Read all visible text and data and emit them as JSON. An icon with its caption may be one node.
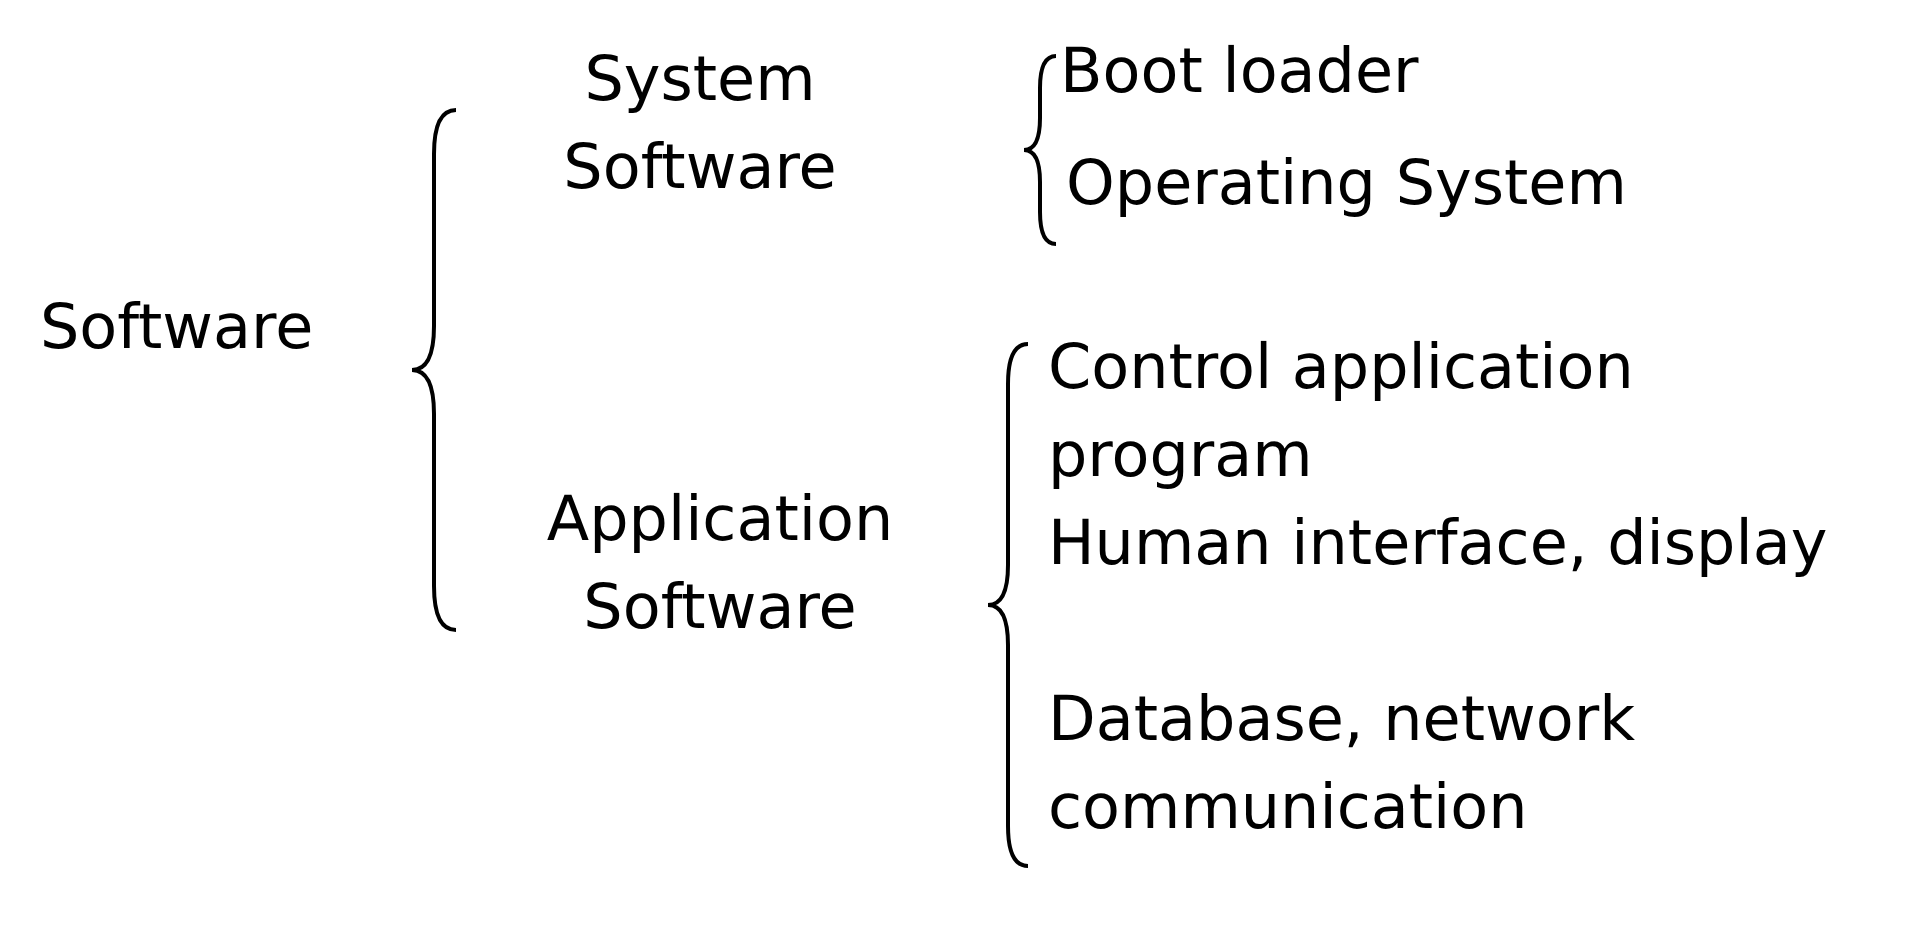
{
  "diagram": {
    "labels": [
      "Software",
      "System Software",
      "Boot loader",
      "Operating System",
      "Application Software",
      "Control application program",
      "Human interface, display",
      "Database, network communication"
    ]
  }
}
